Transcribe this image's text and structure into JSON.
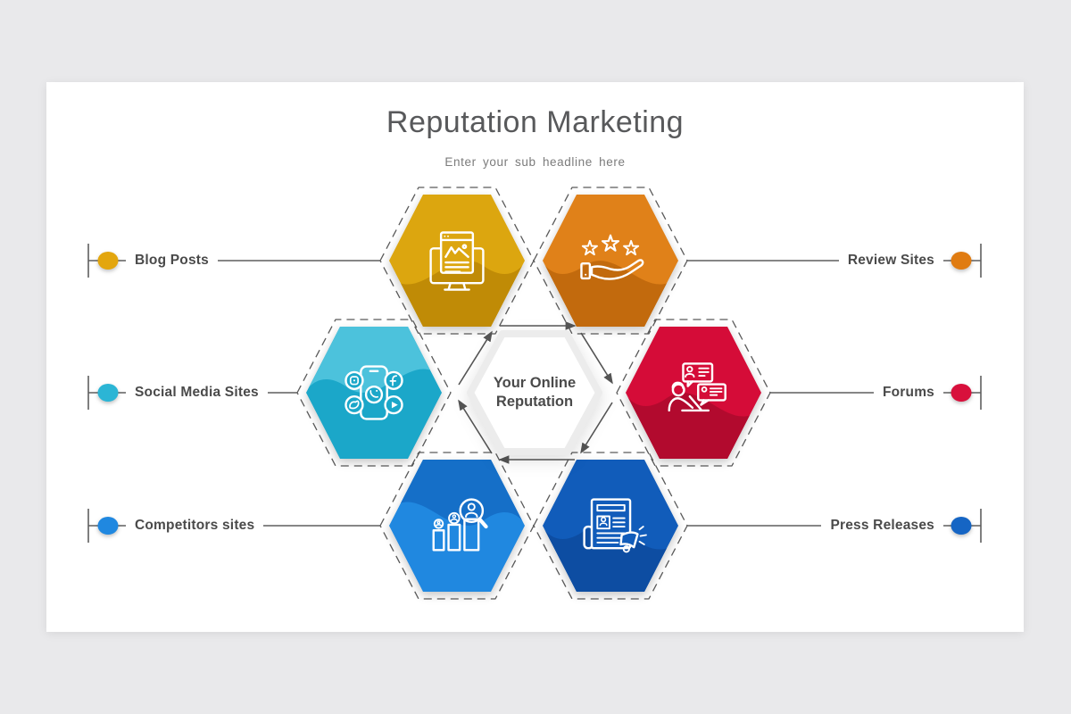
{
  "title": "Reputation Marketing",
  "subtitle": "Enter your sub headline here",
  "center": {
    "line1": "Your Online",
    "line2": "Reputation"
  },
  "background": "#E9E9EB",
  "label_color": "#4A4A4A",
  "line_color": "#5f5f5f",
  "arrow_color": "#555555",
  "nodes": [
    {
      "id": "blog-posts",
      "label": "Blog Posts",
      "side": "left",
      "icon": "blog-monitor-icon",
      "color": "#DCA60F",
      "accent": "#C08B06",
      "dot": "#E3A60E"
    },
    {
      "id": "review-sites",
      "label": "Review Sites",
      "side": "right",
      "icon": "hand-stars-icon",
      "color": "#E08119",
      "accent": "#C26A0D",
      "dot": "#E07C12"
    },
    {
      "id": "social-media-sites",
      "label": "Social Media Sites",
      "side": "left",
      "icon": "social-phone-icon",
      "color": "#1BA7C9",
      "accent": "#4CC2DC",
      "dot": "#2BB5D5"
    },
    {
      "id": "forums",
      "label": "Forums",
      "side": "right",
      "icon": "forum-chat-icon",
      "color": "#D50C38",
      "accent": "#B20A2E",
      "dot": "#D8103C"
    },
    {
      "id": "competitors-sites",
      "label": "Competitors sites",
      "side": "left",
      "icon": "competitor-search-icon",
      "color": "#2088E0",
      "accent": "#156FC8",
      "dot": "#2088E0"
    },
    {
      "id": "press-releases",
      "label": "Press Releases",
      "side": "right",
      "icon": "press-release-icon",
      "color": "#115CBA",
      "accent": "#0D4DA2",
      "dot": "#1565C4"
    }
  ]
}
